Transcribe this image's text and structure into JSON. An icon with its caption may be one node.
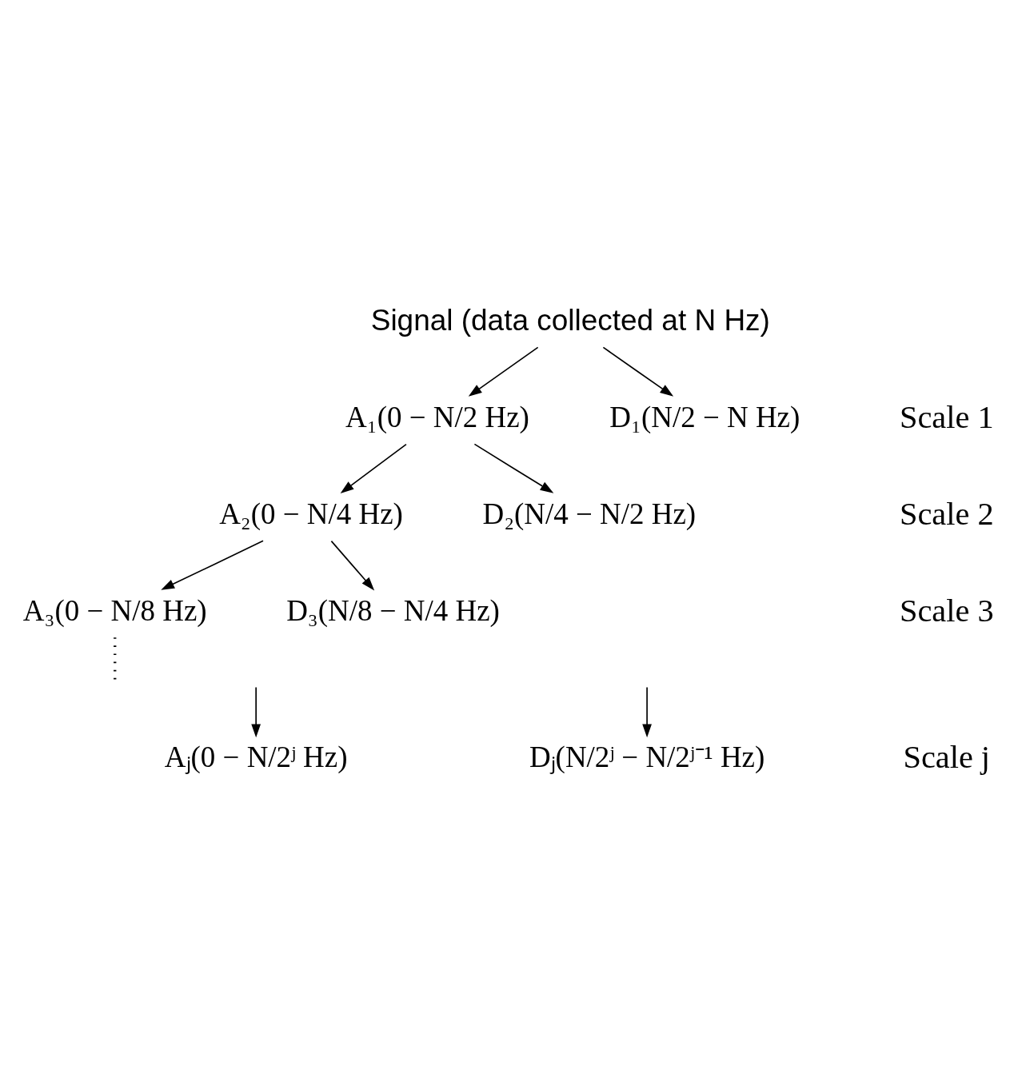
{
  "diagram": {
    "nodes": [
      {
        "text": [
          "Signal (data collected at N Hz)"
        ]
      },
      {
        "text": [
          "A₁(0 − N/2 Hz)"
        ]
      },
      {
        "text": [
          "D₁(N/2 − N Hz)"
        ]
      },
      {
        "text": [
          "A₂(0 − N/4 Hz)"
        ]
      },
      {
        "text": [
          "D₂(N/4 − N/2 Hz)"
        ]
      },
      {
        "text": [
          "A₃(0 − N/8 Hz)"
        ]
      },
      {
        "text": [
          "D₃(N/8 − N/4 Hz)"
        ]
      },
      {
        "text": [
          "Aⱼ(0 − N/2ʲ Hz)"
        ]
      },
      {
        "text": [
          "Dⱼ(N/2ʲ − N/2ʲ⁻¹ Hz)"
        ]
      }
    ],
    "edges": [
      {
        "from": 0,
        "to": 1,
        "arrow": "to"
      },
      {
        "from": 0,
        "to": 2,
        "arrow": "to"
      },
      {
        "from": 1,
        "to": 3,
        "arrow": "to"
      },
      {
        "from": 1,
        "to": 4,
        "arrow": "to"
      },
      {
        "from": 3,
        "to": 5,
        "arrow": "to"
      },
      {
        "from": 3,
        "to": 6,
        "arrow": "to"
      },
      {
        "from": 5,
        "to": null,
        "arrow": "none",
        "style": "dashed"
      },
      {
        "from": null,
        "to": 7,
        "arrow": "to"
      },
      {
        "from": null,
        "to": 8,
        "arrow": "to"
      }
    ],
    "labels": [
      "Scale 1",
      "Scale 2",
      "Scale 3",
      "Scale j"
    ]
  }
}
